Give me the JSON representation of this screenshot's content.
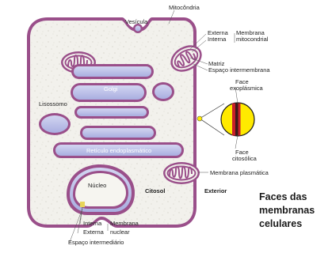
{
  "labels": {
    "vesicula": "Vesícula",
    "mitocondria": "Mitocôndria",
    "externa_mito": "Externa",
    "interna_mito": "Interna",
    "membrana_mito_1": "Membrana",
    "membrana_mito_2": "mitocondrial",
    "matriz": "Matriz",
    "espaco_intermembrana": "Espaço intermembrana",
    "golgi": "Golgi",
    "lisossomo": "Lisossomo",
    "face_exo_1": "Face",
    "face_exo_2": "exoplásmica",
    "face_cito_1": "Face",
    "face_cito_2": "citosólica",
    "reticulo": "Retículo endoplasmático",
    "membrana_plasmatica": "Membrana plasmática",
    "nucleo": "Núcleo",
    "citosol": "Citosol",
    "exterior": "Exterior",
    "interna_nuc": "Interna",
    "externa_nuc": "Externa",
    "membrana_nuc_1": "Membrana",
    "membrana_nuc_2": "nuclear",
    "espaco_intermediario": "Espaço intermediário"
  },
  "caption": {
    "line1": "Faces das",
    "line2": "membranas",
    "line3": "celulares"
  },
  "colors": {
    "membrane": "#9a4f8a",
    "cytosol": "#f2f1ec",
    "lumen": "#b9bde6",
    "zoom_fill": "#ffea00",
    "zoom_band_red": "#c8202a",
    "zoom_band_dark": "#3a1a1a"
  }
}
